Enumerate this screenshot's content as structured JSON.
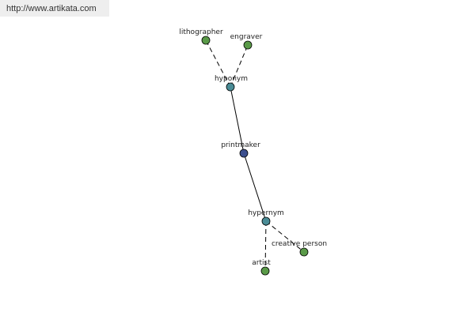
{
  "site": {
    "url": "http://www.artikata.com"
  },
  "colors": {
    "leaf": "#5a9a48",
    "relation": "#4a8c96",
    "center": "#3c4f8e",
    "banner_bg": "#eeeeee"
  },
  "nodes": {
    "lithographer": {
      "label": "lithographer",
      "kind": "leaf"
    },
    "engraver": {
      "label": "engraver",
      "kind": "leaf"
    },
    "hyponym": {
      "label": "hyponym",
      "kind": "relation"
    },
    "printmaker": {
      "label": "printmaker",
      "kind": "center"
    },
    "hypernym": {
      "label": "hypernym",
      "kind": "relation"
    },
    "creative_person": {
      "label": "creative person",
      "kind": "leaf"
    },
    "artist": {
      "label": "artist",
      "kind": "leaf"
    }
  }
}
